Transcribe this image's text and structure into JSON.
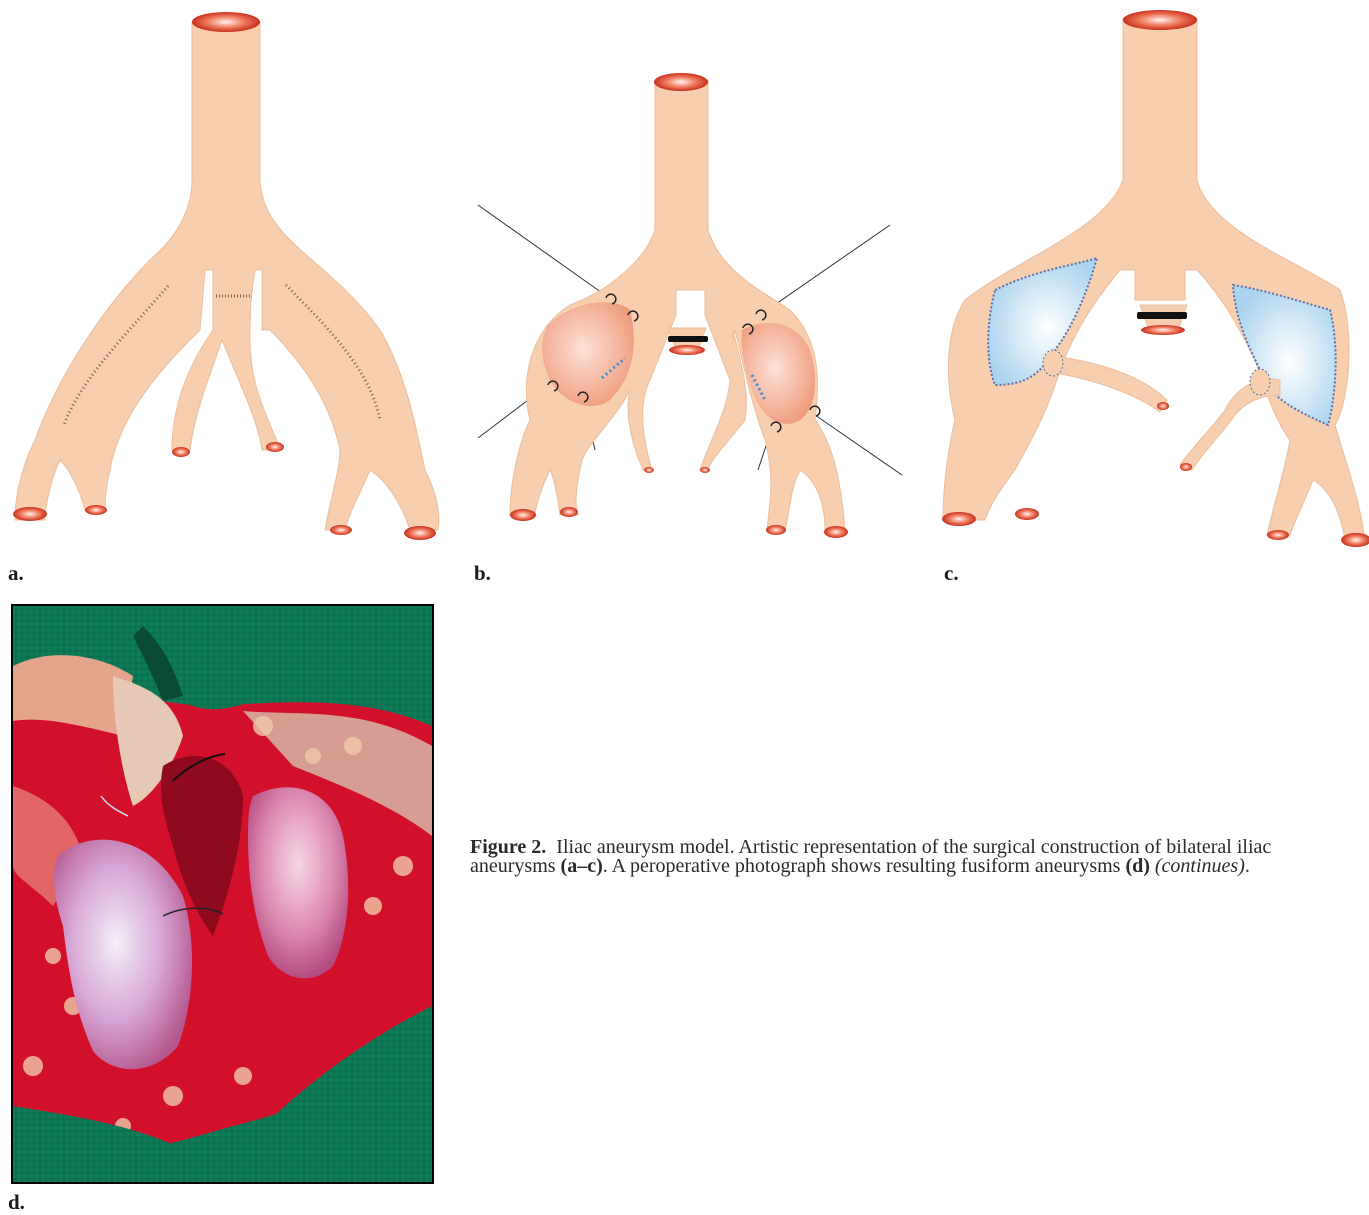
{
  "panels": {
    "a": {
      "label": "a."
    },
    "b": {
      "label": "b."
    },
    "c": {
      "label": "c."
    },
    "d": {
      "label": "d."
    }
  },
  "caption": {
    "figure_label": "Figure 2.",
    "text_1": "Iliac aneurysm model. Artistic representation of the surgical construction of bilateral iliac aneurysms ",
    "ref_1": "(a–c)",
    "text_2": ". A peroperative photograph shows resulting fusiform aneurysms ",
    "ref_2": "(d)",
    "text_3": " ",
    "continues": "(continues)",
    "text_4": "."
  },
  "colors": {
    "vessel": "#f7cfae",
    "vessel_edge": "#e9b896",
    "lumen_red": "#d9402a",
    "aneurysm_pink": "#f1a98a",
    "aneurysm_blue": "#cfe6f5",
    "suture_blue": "#3a8fd0",
    "drape_green": "#0c7a56",
    "tissue_red": "#d3102a"
  }
}
